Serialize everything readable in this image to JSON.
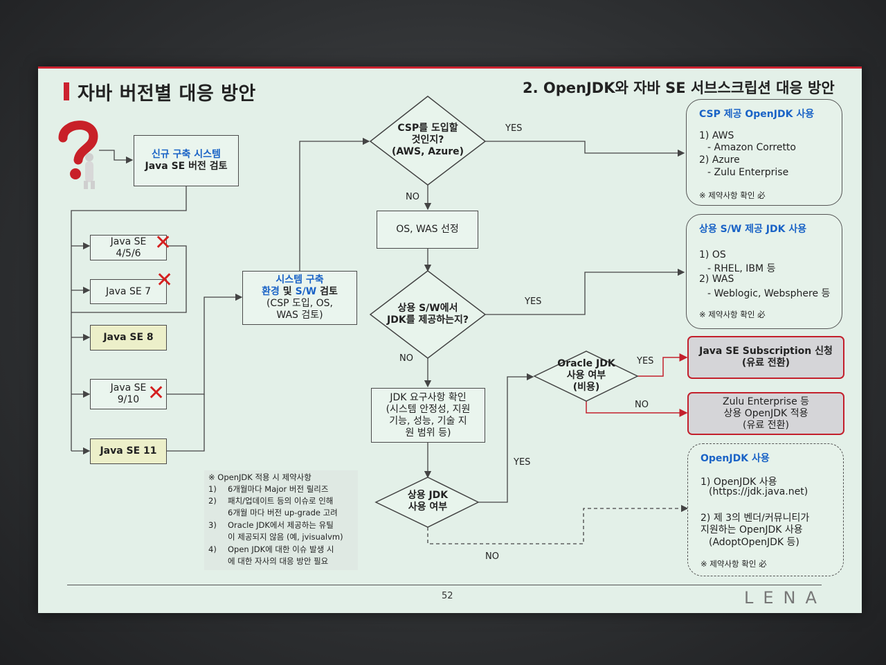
{
  "slide": {
    "title": "자바 버전별 대응 방안",
    "subtitle": "2. OpenJDK와 자바 SE 서브스크립션 대응 방안",
    "page_number": "52",
    "logo": "LENA"
  },
  "start_box": {
    "line1": "신규 구축 시스템",
    "line2": "Java SE 버전 검토"
  },
  "versions": {
    "v456": "Java SE\n4/5/6",
    "v7": "Java SE 7",
    "v8": "Java SE 8",
    "v910": "Java SE\n9/10",
    "v11": "Java SE 11"
  },
  "review_box": {
    "part1": "시스템 구축",
    "part2": "환경",
    "part3": "및",
    "part4": "S/W",
    "part5": "검토",
    "part6": "(CSP 도입, OS,\nWAS 검토)"
  },
  "decisions": {
    "csp": "CSP를 도입할\n것인지?\n(AWS, Azure)",
    "commercial_sw": "상용 S/W에서\nJDK를 제공하는지?",
    "oracle_jdk": "Oracle JDK\n사용 여부\n(비용)",
    "commercial_jdk": "상용 JDK\n사용 여부"
  },
  "process": {
    "os_was": "OS, WAS 선정",
    "jdk_req": "JDK 요구사항 확인\n(시스템 안정성, 지원\n기능, 성능, 기술 지\n원 범위 등)"
  },
  "labels": {
    "yes": "YES",
    "no": "NO"
  },
  "outcomes": {
    "csp": {
      "title": "CSP 제공 OpenJDK 사용",
      "lines": [
        "1) AWS",
        "- Amazon Corretto",
        "2) Azure",
        "- Zulu Enterprise"
      ],
      "note": "※ 제약사항 확인 必"
    },
    "commercial": {
      "title": "상용 S/W 제공 JDK 사용",
      "lines": [
        "1) OS",
        "- RHEL, IBM 등",
        "2) WAS",
        "- Weblogic, Websphere 등"
      ],
      "note": "※ 제약사항 확인 必"
    },
    "subscription": "Java SE Subscription 신청\n(유료 전환)",
    "zulu": "Zulu Enterprise 등\n상용 OpenJDK 적용\n(유료 전환)",
    "openjdk": {
      "title": "OpenJDK 사용",
      "lines": [
        "1) OpenJDK 사용",
        "(https://jdk.java.net)",
        "2) 제 3의 벤더/커뮤니티가",
        "지원하는 OpenJDK 사용",
        "(AdoptOpenJDK 등)"
      ],
      "note": "※ 제약사항 확인 必"
    }
  },
  "constraints": {
    "title": "※ OpenJDK 적용 시 제약사항",
    "items": [
      {
        "num": "1)",
        "lines": [
          "6개월마다 Major 버전 릴리즈"
        ]
      },
      {
        "num": "2)",
        "lines": [
          "패치/업데이트 등의 이슈로 인해",
          "6개월 마다 버전 up-grade 고려"
        ]
      },
      {
        "num": "3)",
        "lines": [
          "Oracle JDK에서 제공하는 유틸",
          "이 제공되지 않음 (예, jvisualvm)"
        ]
      },
      {
        "num": "4)",
        "lines": [
          "Open JDK에 대한 이슈 발생 시",
          "에 대한 자사의 대응 방안 필요"
        ]
      }
    ]
  },
  "icons": {
    "question": "question-mark-figure-icon",
    "reject": "red-x-icon"
  },
  "colors": {
    "accent": "#cc2230",
    "blue_text": "#1a63c6",
    "slide_bg": "#e3f0e8",
    "highlight": "#ecefc9"
  }
}
